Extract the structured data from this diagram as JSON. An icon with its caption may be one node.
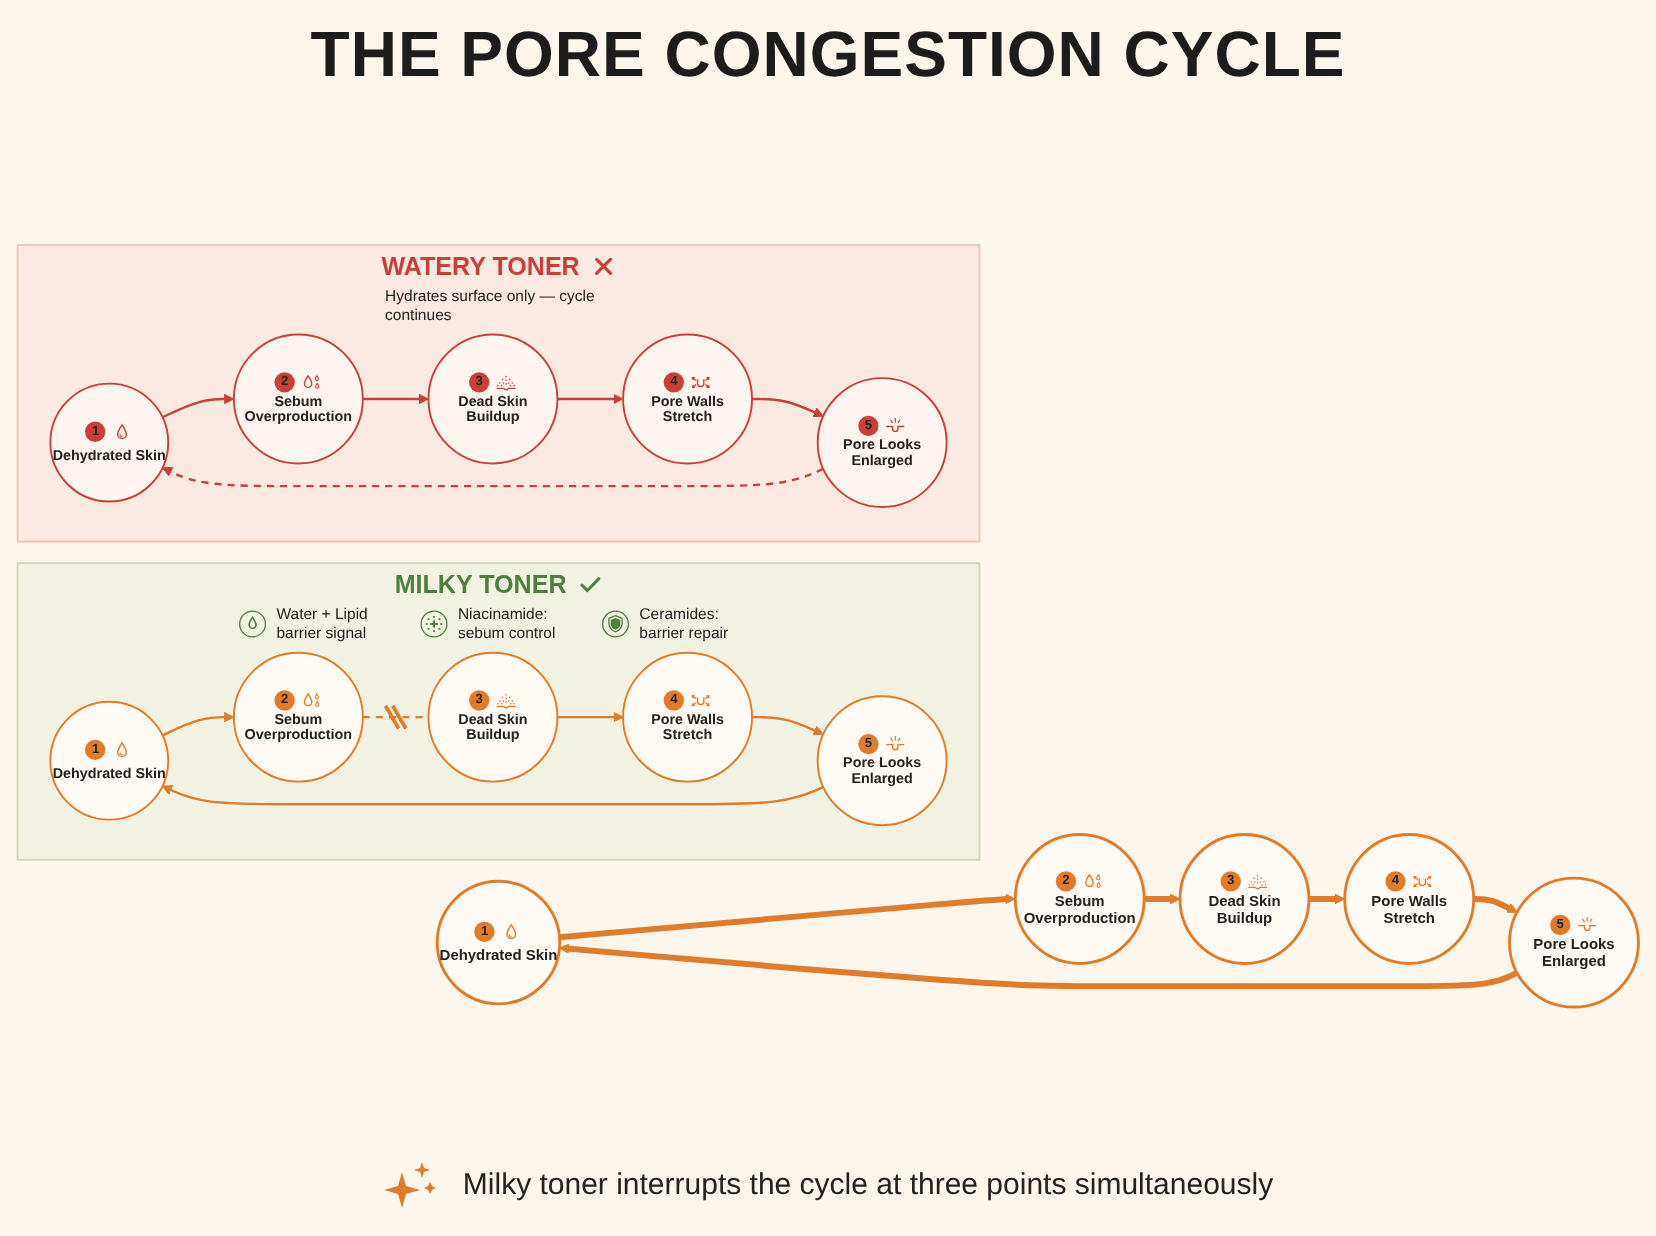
{
  "diagram": {
    "title": "THE PORE CONGESTION CYCLE",
    "caption": "Milky toner interrupts the cycle at three points simultaneously",
    "nodes": [
      {
        "text": [
          "WATERY TONER",
          "Hydrates surface only — cycle continues"
        ]
      },
      {
        "text": [
          "1",
          "Dehydrated Skin"
        ],
        "in": 0
      },
      {
        "text": [
          "2",
          "Sebum Overproduction"
        ],
        "in": 0
      },
      {
        "text": [
          "3",
          "Dead Skin Buildup"
        ],
        "in": 0
      },
      {
        "text": [
          "4",
          "Pore Walls Stretch"
        ],
        "in": 0
      },
      {
        "text": [
          "5",
          "Pore Looks Enlarged"
        ],
        "in": 0
      },
      {
        "text": [
          "1",
          "Dehydrated Skin"
        ]
      },
      {
        "text": [
          "2",
          "Sebum Overproduction"
        ]
      },
      {
        "text": [
          "3",
          "Dead Skin Buildup"
        ]
      },
      {
        "text": [
          "4",
          "Pore Walls Stretch"
        ]
      },
      {
        "text": [
          "5",
          "Pore Looks Enlarged"
        ]
      },
      {
        "text": [
          "MILKY TONER",
          "Water + Lipid barrier signal",
          "Niacinamide: sebum control",
          "Ceramides: barrier repair"
        ]
      },
      {
        "text": [
          "1",
          "Dehydrated Skin"
        ],
        "in": 11
      },
      {
        "text": [
          "2",
          "Sebum Overproduction"
        ],
        "in": 11
      },
      {
        "text": [
          "3",
          "Dead Skin Buildup"
        ],
        "in": 11
      },
      {
        "text": [
          "4",
          "Pore Walls Stretch"
        ],
        "in": 11
      },
      {
        "text": [
          "5",
          "Pore Looks Enlarged"
        ],
        "in": 11
      }
    ],
    "edges": [
      {
        "from": 1,
        "to": 2,
        "arrow": "to",
        "color": "#c8403a"
      },
      {
        "from": 2,
        "to": 3,
        "arrow": "to",
        "color": "#c8403a"
      },
      {
        "from": 3,
        "to": 4,
        "arrow": "to",
        "color": "#c8403a"
      },
      {
        "from": 4,
        "to": 5,
        "arrow": "to",
        "color": "#c8403a"
      },
      {
        "from": 5,
        "to": 1,
        "arrow": "to",
        "style": "dashed",
        "color": "#c8403a"
      },
      {
        "from": 6,
        "to": 7,
        "arrow": "to",
        "style": "thick"
      },
      {
        "from": 7,
        "to": 8,
        "arrow": "to",
        "style": "thick"
      },
      {
        "from": 8,
        "to": 9,
        "arrow": "to",
        "style": "thick"
      },
      {
        "from": 9,
        "to": 10,
        "arrow": "to",
        "style": "thick"
      },
      {
        "from": 10,
        "to": 6,
        "arrow": "to",
        "style": "thick"
      },
      {
        "from": 12,
        "to": 13,
        "arrow": "to"
      },
      {
        "from": 13,
        "to": 14,
        "arrow": "none",
        "style": "dashed"
      },
      {
        "from": 14,
        "to": 15,
        "arrow": "to"
      },
      {
        "from": 15,
        "to": 16,
        "arrow": "to"
      },
      {
        "from": 16,
        "to": 12,
        "arrow": "to"
      }
    ]
  }
}
